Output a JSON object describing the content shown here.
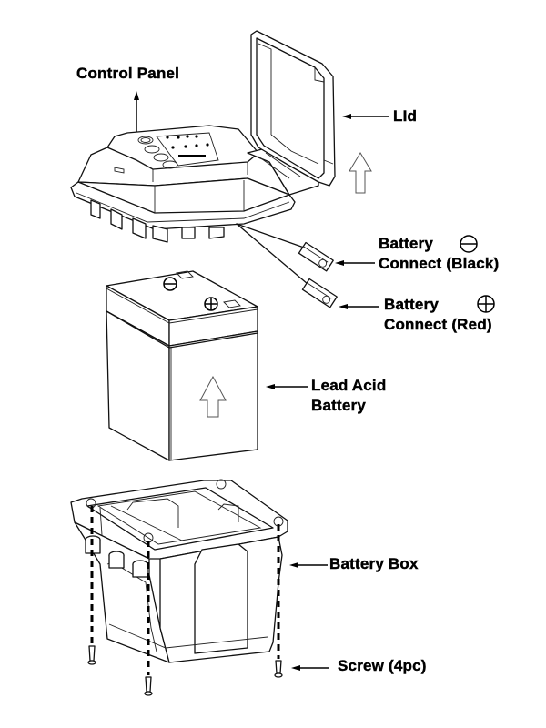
{
  "diagram": {
    "title": "Battery assembly exploded view",
    "labels": {
      "control_panel": "Control Panel",
      "lid": "LId",
      "battery_connect_black_line1": "Battery",
      "battery_connect_black_line2": "Connect (Black)",
      "battery_connect_red_line1": "Battery",
      "battery_connect_red_line2": "Connect (Red)",
      "lead_acid_battery_line1": "Lead Acid",
      "lead_acid_battery_line2": "Battery",
      "battery_box": "Battery Box",
      "screw": "Screw (4pc)"
    },
    "symbols": {
      "negative": "minus-circle",
      "positive": "plus-circle"
    },
    "components": [
      "control-panel",
      "lid",
      "battery-connect-black",
      "battery-connect-red",
      "lead-acid-battery",
      "battery-box",
      "screws"
    ]
  }
}
